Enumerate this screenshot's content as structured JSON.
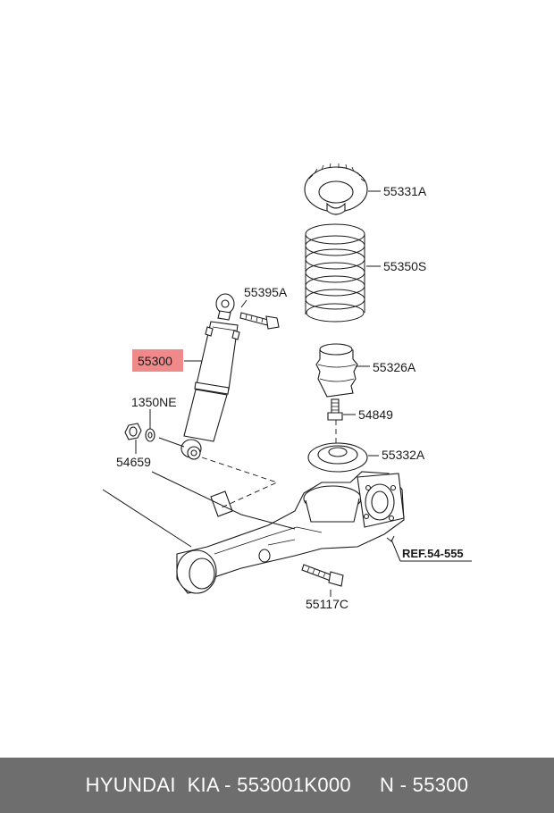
{
  "labels": {
    "p55331A": "55331A",
    "p55350S": "55350S",
    "p55395A": "55395A",
    "p55300": "55300",
    "p55326A": "55326A",
    "p1350NE": "1350NE",
    "p54849": "54849",
    "p54659": "54659",
    "p55332A": "55332A",
    "ref": "REF.54-555",
    "p55117C": "55117C"
  },
  "highlight_color": "#f08a8a",
  "footer": {
    "text": "HYUNDAI  KIA - 553001K000     N - 55300"
  }
}
